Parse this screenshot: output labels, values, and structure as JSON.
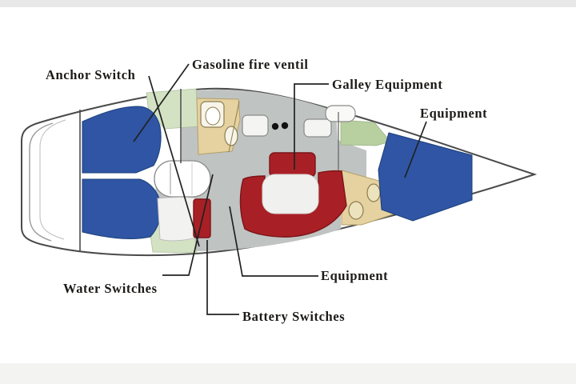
{
  "diagram": {
    "name": "sailboat-interior-layout",
    "labels": {
      "anchor_switch": "Anchor Switch",
      "gasoline_fire_ventil": "Gasoline fire ventil",
      "galley_equipment": "Galley Equipment",
      "equipment_bow": "Equipment",
      "equipment_saloon": "Equipment",
      "water_switches": "Water Switches",
      "battery_switches": "Battery Switches"
    },
    "colors": {
      "berth_blue": "#2f55a4",
      "seat_red": "#a82026",
      "seat_red_outline": "#7c1318",
      "cabinet_tan": "#e5d2a0",
      "floor_gray": "#bfc3c1",
      "trim_green_pale": "#d4e2c4",
      "trim_green": "#b8cfa0",
      "hull_outline": "#4a4a4a",
      "leader_line": "#222222"
    }
  }
}
